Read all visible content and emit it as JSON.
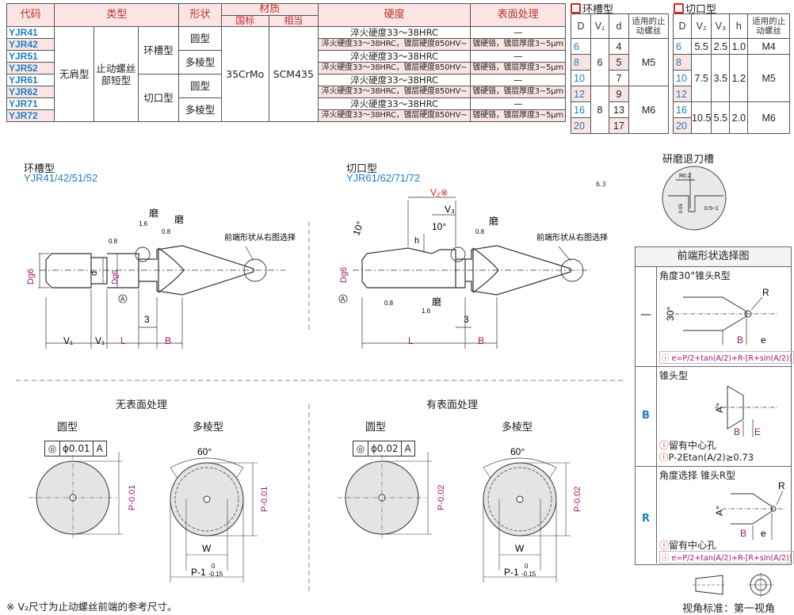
{
  "spec_table": {
    "headers": {
      "code": "代码",
      "type": "类型",
      "shape": "形状",
      "material": "材质",
      "mat_cn": "国标",
      "mat_eq": "相当",
      "hardness": "硬度",
      "surface": "表面处理"
    },
    "type_col1": "无肩型",
    "type_col2": "止动螺丝部短型",
    "groove_ring": "环槽型",
    "groove_cut": "切口型",
    "shape_round": "圆型",
    "shape_poly": "多棱型",
    "mat_cn_val": "35CrMo",
    "mat_eq_val": "SCM435",
    "rows": [
      {
        "code": "YJR41",
        "hardness": "淬火硬度33～38HRC",
        "surface": "—"
      },
      {
        "code": "YJR42",
        "hardness": "淬火硬度33～38HRC，镀层硬度850HV~",
        "surface": "镀硬铬，镀层厚度3~5μm"
      },
      {
        "code": "YJR51",
        "hardness": "淬火硬度33～38HRC",
        "surface": "—"
      },
      {
        "code": "YJR52",
        "hardness": "淬火硬度33～38HRC，镀层硬度850HV~",
        "surface": "镀硬铬，镀层厚度3~5μm"
      },
      {
        "code": "YJR61",
        "hardness": "淬火硬度33～38HRC",
        "surface": "—"
      },
      {
        "code": "YJR62",
        "hardness": "淬火硬度33～38HRC，镀层硬度850HV~",
        "surface": "镀硬铬，镀层厚度3~5μm"
      },
      {
        "code": "YJR71",
        "hardness": "淬火硬度33～38HRC",
        "surface": "—"
      },
      {
        "code": "YJR72",
        "hardness": "淬火硬度33～38HRC，镀层硬度850HV~",
        "surface": "镀硬铬，镀层厚度3~5μm"
      }
    ]
  },
  "ring_table": {
    "title": "环槽型",
    "headers": [
      "D",
      "V₁",
      "d",
      "适用的止动螺丝"
    ],
    "D": [
      "6",
      "8",
      "10",
      "12",
      "16",
      "20"
    ],
    "V1": [
      "6",
      "8"
    ],
    "d": [
      "4",
      "5",
      "7",
      "9",
      "13",
      "17"
    ],
    "screw": [
      "M5",
      "M6"
    ]
  },
  "cut_table": {
    "title": "切口型",
    "headers": [
      "D",
      "V₂",
      "V₃",
      "h",
      "适用的止动螺丝"
    ],
    "D": [
      "6",
      "8",
      "10",
      "12",
      "16",
      "20"
    ],
    "V2": [
      "5.5",
      "7.5",
      "10.5"
    ],
    "V3": [
      "2.5",
      "3.5",
      "5.5"
    ],
    "h": [
      "1.0",
      "1.2",
      "2.0"
    ],
    "screw": [
      "M4",
      "M5",
      "M6"
    ]
  },
  "drawing": {
    "ring_title": "环槽型",
    "ring_codes": "YJR41/42/51/52",
    "cut_title": "切口型",
    "cut_codes": "YJR61/62/71/72",
    "grind": "磨",
    "tip_note": "前端形状从右图选择",
    "rough": "0.8",
    "rough2": "1.6",
    "surface_mark": "6.3",
    "dims": {
      "v1": "V₁",
      "L": "L",
      "B": "B",
      "three": "3",
      "d": "d",
      "Dg6": "Dg6",
      "ten": "10°",
      "v2": "V₂※",
      "v3": "V₃",
      "h": "h",
      "A": "A"
    },
    "relief_title": "研磨退刀槽",
    "relief_r": "R0.2",
    "relief_a": "0.05",
    "relief_b": "0.5~1"
  },
  "sections": {
    "no_surface": "无表面处理",
    "with_surface": "有表面处理",
    "round": "圆型",
    "poly": "多棱型",
    "tol1": "ϕ0.01",
    "tol2": "ϕ0.02",
    "datum": "A",
    "angle": "60°",
    "W": "W",
    "p_dim1": "P-0.01",
    "p_dim2": "P-0.02",
    "p_dim_sup": "0",
    "p1_dim": "P-1",
    "p1_sup": "0",
    "p1_sub": "-0.15"
  },
  "selection": {
    "title": "前端形状选择图",
    "rows": [
      {
        "code": "—",
        "title": "角度30°锥头R型",
        "angle": "30°",
        "note": "e=P/2+tan(A/2)+R-[R+sin(A/2)]"
      },
      {
        "code": "B",
        "title": "锥头型",
        "angle": "A°",
        "note1": "留有中心孔",
        "note2": "P-2Etan(A/2)≥0.73"
      },
      {
        "code": "R",
        "title": "角度选择  锥头R型",
        "angle": "A°",
        "note1": "留有中心孔",
        "note2": "e=P/2+tan(A/2)+R-[R+sin(A/2)]"
      }
    ],
    "labels": {
      "R": "R",
      "B": "B",
      "e": "e",
      "E": "E"
    }
  },
  "footer": {
    "note": "※ V₂尺寸为止动螺丝前端的参考尺寸。",
    "view": "视角标准：第一视角"
  }
}
